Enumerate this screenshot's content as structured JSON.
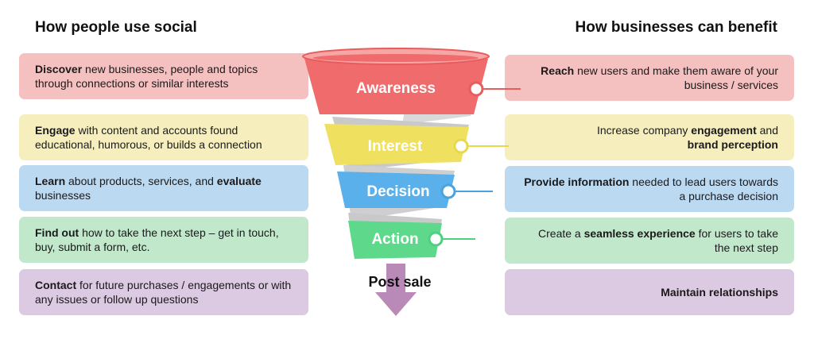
{
  "headings": {
    "left": "How people use social",
    "right": "How businesses can benefit"
  },
  "stages": [
    {
      "label": "Awareness",
      "color": "#f06b6b"
    },
    {
      "label": "Interest",
      "color": "#f0e060"
    },
    {
      "label": "Decision",
      "color": "#5ab0ea"
    },
    {
      "label": "Action",
      "color": "#5ed98c"
    }
  ],
  "post_sale": {
    "label": "Post sale",
    "arrow_color": "#b98ab8"
  },
  "left_cards": [
    {
      "bold": "Discover",
      "rest": " new businesses, people and topics through connections or similar interests"
    },
    {
      "bold": "Engage",
      "rest": " with content and accounts found educational, humorous, or builds a connection"
    },
    {
      "bold": "Learn",
      "rest": " about products, services, and ",
      "bold2": "evaluate",
      "rest2": " businesses"
    },
    {
      "bold": "Find out",
      "rest": " how to take the next step – get in touch, buy, submit a form, etc."
    },
    {
      "bold": "Contact",
      "rest": " for future purchases / engagements or with any issues or follow up questions"
    }
  ],
  "right_cards": [
    {
      "bold": "Reach",
      "rest": " new users  and make them aware of your business / services"
    },
    {
      "pre": "Increase company ",
      "bold": "engagement",
      "mid": " and ",
      "bold2": "brand perception"
    },
    {
      "bold": "Provide information",
      "rest": " needed to lead users towards a purchase decision"
    },
    {
      "pre": "Create a ",
      "bold": "seamless experience",
      "rest": " for users to take the next step"
    },
    {
      "bold": "Maintain relationships"
    }
  ]
}
